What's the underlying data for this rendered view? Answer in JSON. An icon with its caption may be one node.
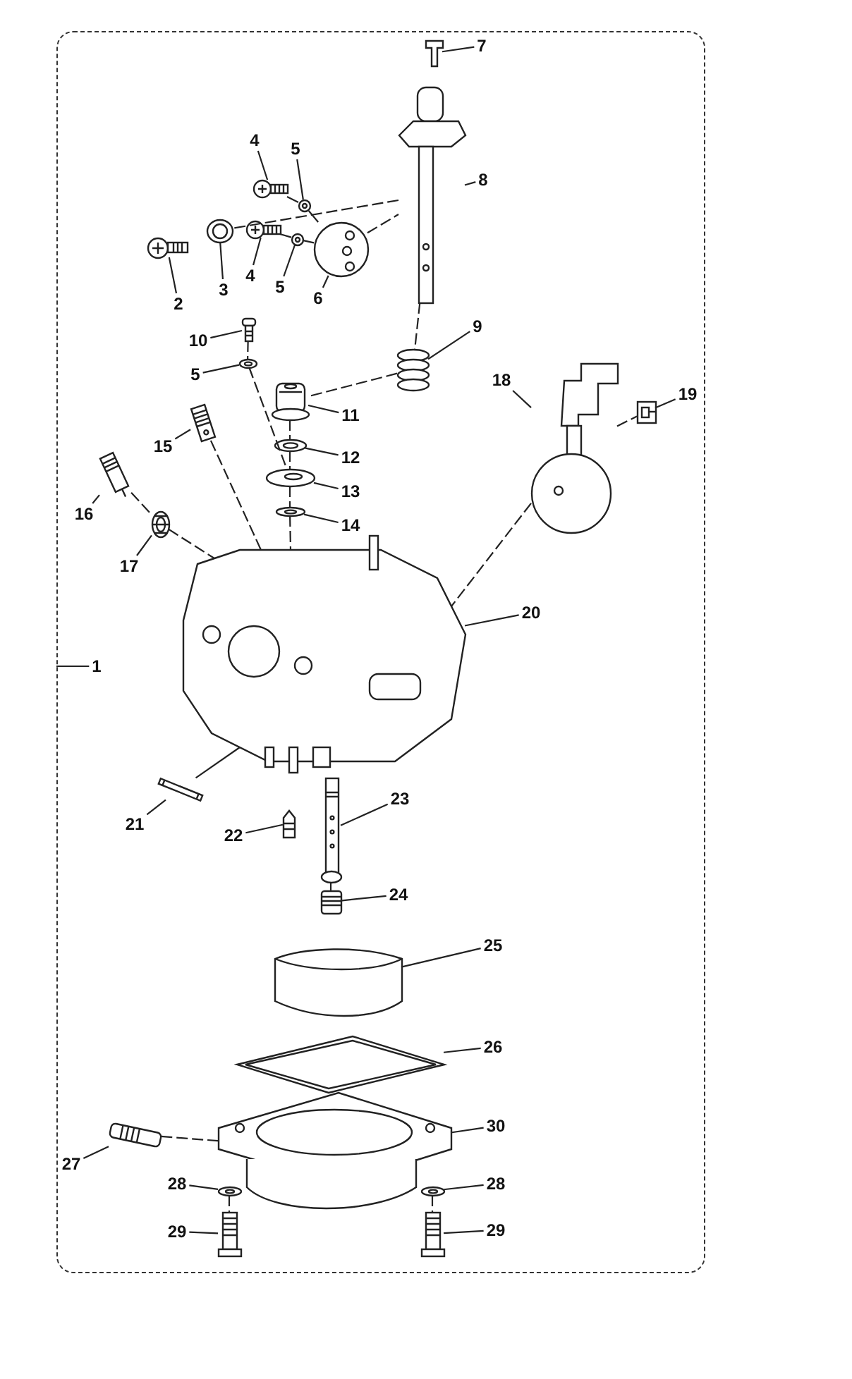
{
  "diagram": {
    "nodes": [
      {
        "text": [],
        "shape": "box"
      },
      {
        "text": [
          "7"
        ],
        "in": 0
      },
      {
        "text": [
          "8"
        ],
        "in": 0
      },
      {
        "text": [
          "4"
        ],
        "in": 0
      },
      {
        "text": [
          "5"
        ],
        "in": 0
      },
      {
        "text": [
          "2"
        ],
        "in": 0
      },
      {
        "text": [
          "3"
        ],
        "in": 0
      },
      {
        "text": [
          "4"
        ],
        "in": 0
      },
      {
        "text": [
          "5"
        ],
        "in": 0
      },
      {
        "text": [
          "6"
        ],
        "in": 0
      },
      {
        "text": [
          "9"
        ],
        "in": 0
      },
      {
        "text": [
          "10"
        ],
        "in": 0
      },
      {
        "text": [
          "5"
        ],
        "in": 0
      },
      {
        "text": [
          "18"
        ],
        "in": 0
      },
      {
        "text": [
          "19"
        ],
        "in": 0
      },
      {
        "text": [
          "11"
        ],
        "in": 0
      },
      {
        "text": [
          "15"
        ],
        "in": 0
      },
      {
        "text": [
          "12"
        ],
        "in": 0
      },
      {
        "text": [
          "13"
        ],
        "in": 0
      },
      {
        "text": [
          "16"
        ],
        "in": 0
      },
      {
        "text": [
          "14"
        ],
        "in": 0
      },
      {
        "text": [
          "17"
        ],
        "in": 0
      },
      {
        "text": [
          "20"
        ],
        "in": 0
      },
      {
        "text": [
          "1"
        ],
        "in": 0
      },
      {
        "text": [
          "21"
        ],
        "in": 0
      },
      {
        "text": [
          "22"
        ],
        "in": 0
      },
      {
        "text": [
          "23"
        ],
        "in": 0
      },
      {
        "text": [
          "24"
        ],
        "in": 0
      },
      {
        "text": [
          "25"
        ],
        "in": 0
      },
      {
        "text": [
          "26"
        ],
        "in": 0
      },
      {
        "text": [
          "30"
        ],
        "in": 0
      },
      {
        "text": [
          "27"
        ],
        "in": 0
      },
      {
        "text": [
          "28"
        ],
        "in": 0
      },
      {
        "text": [
          "28"
        ],
        "in": 0
      },
      {
        "text": [
          "29"
        ],
        "in": 0
      },
      {
        "text": [
          "29"
        ],
        "in": 0
      },
      {
        "text": [],
        "shape": "picture",
        "in": 0
      },
      {
        "text": [],
        "shape": "picture",
        "in": 0
      },
      {
        "text": [],
        "shape": "picture",
        "in": 0
      },
      {
        "text": [],
        "shape": "picture",
        "in": 0
      },
      {
        "text": [],
        "shape": "picture",
        "in": 0
      },
      {
        "text": [],
        "shape": "picture",
        "in": 0
      },
      {
        "text": [],
        "shape": "picture",
        "in": 0
      },
      {
        "text": [],
        "shape": "picture",
        "in": 0
      },
      {
        "text": [],
        "shape": "picture",
        "in": 0
      },
      {
        "text": [],
        "shape": "picture",
        "in": 0
      },
      {
        "text": [],
        "shape": "picture",
        "in": 0
      },
      {
        "text": [],
        "shape": "picture",
        "in": 0
      },
      {
        "text": [],
        "shape": "picture",
        "in": 0
      },
      {
        "text": [],
        "shape": "picture",
        "in": 0
      },
      {
        "text": [],
        "shape": "picture",
        "in": 0
      },
      {
        "text": [],
        "shape": "picture",
        "in": 0
      },
      {
        "text": [],
        "shape": "picture",
        "in": 0
      },
      {
        "text": [],
        "shape": "picture",
        "in": 0
      },
      {
        "text": [],
        "shape": "picture",
        "in": 0
      },
      {
        "text": [],
        "shape": "picture",
        "in": 0
      },
      {
        "text": [],
        "shape": "picture",
        "in": 0
      },
      {
        "text": [],
        "shape": "picture",
        "in": 0
      },
      {
        "text": [],
        "shape": "picture",
        "in": 0
      },
      {
        "text": [],
        "shape": "picture",
        "in": 0
      },
      {
        "text": [],
        "shape": "picture",
        "in": 0
      },
      {
        "text": [],
        "shape": "picture",
        "in": 0
      },
      {
        "text": [],
        "shape": "picture",
        "in": 0
      },
      {
        "text": [],
        "shape": "picture",
        "in": 0
      },
      {
        "text": [],
        "shape": "picture",
        "in": 0
      },
      {
        "text": [],
        "shape": "picture",
        "in": 0
      },
      {
        "text": [],
        "shape": "picture",
        "in": 0
      },
      {
        "text": [],
        "shape": "picture",
        "in": 0
      },
      {
        "text": [],
        "shape": "picture",
        "in": 0
      },
      {
        "text": [],
        "shape": "picture",
        "in": 0
      }
    ],
    "edges": [
      {
        "from": 1,
        "to": 36,
        "arrow": "none"
      },
      {
        "from": 2,
        "to": 37,
        "arrow": "none"
      },
      {
        "from": 3,
        "to": 38,
        "arrow": "none"
      },
      {
        "from": 4,
        "to": 39,
        "arrow": "none"
      },
      {
        "from": 5,
        "to": 40,
        "arrow": "none"
      },
      {
        "from": 6,
        "to": 41,
        "arrow": "none"
      },
      {
        "from": 7,
        "to": 42,
        "arrow": "none"
      },
      {
        "from": 8,
        "to": 43,
        "arrow": "none"
      },
      {
        "from": 9,
        "to": 44,
        "arrow": "none"
      },
      {
        "from": 10,
        "to": 45,
        "arrow": "none"
      },
      {
        "from": 11,
        "to": 46,
        "arrow": "none"
      },
      {
        "from": 12,
        "to": 47,
        "arrow": "none"
      },
      {
        "from": 13,
        "to": 48,
        "arrow": "none"
      },
      {
        "from": 14,
        "to": 49,
        "arrow": "none"
      },
      {
        "from": 15,
        "to": 50,
        "arrow": "none"
      },
      {
        "from": 16,
        "to": 51,
        "arrow": "none"
      },
      {
        "from": 17,
        "to": 52,
        "arrow": "none"
      },
      {
        "from": 18,
        "to": 53,
        "arrow": "none"
      },
      {
        "from": 19,
        "to": 54,
        "arrow": "none"
      },
      {
        "from": 20,
        "to": 55,
        "arrow": "none"
      },
      {
        "from": 21,
        "to": 56,
        "arrow": "none"
      },
      {
        "from": 22,
        "to": 57,
        "arrow": "none"
      },
      {
        "from": 23,
        "to": 0,
        "arrow": "none"
      },
      {
        "from": 24,
        "to": 58,
        "arrow": "none"
      },
      {
        "from": 25,
        "to": 59,
        "arrow": "none"
      },
      {
        "from": 26,
        "to": 60,
        "arrow": "none"
      },
      {
        "from": 27,
        "to": 61,
        "arrow": "none"
      },
      {
        "from": 28,
        "to": 62,
        "arrow": "none"
      },
      {
        "from": 29,
        "to": 63,
        "arrow": "none"
      },
      {
        "from": 30,
        "to": 64,
        "arrow": "none"
      },
      {
        "from": 31,
        "to": 65,
        "arrow": "none"
      },
      {
        "from": 32,
        "to": 66,
        "arrow": "none"
      },
      {
        "from": 33,
        "to": 67,
        "arrow": "none"
      },
      {
        "from": 34,
        "to": 68,
        "arrow": "none"
      },
      {
        "from": 35,
        "to": 69,
        "arrow": "none"
      },
      {
        "from": 37,
        "to": 41,
        "arrow": "none",
        "style": "dashed"
      },
      {
        "from": 38,
        "to": 39,
        "arrow": "none"
      },
      {
        "from": 39,
        "to": 44,
        "arrow": "none"
      },
      {
        "from": 42,
        "to": 43,
        "arrow": "none"
      },
      {
        "from": 43,
        "to": 44,
        "arrow": "none"
      },
      {
        "from": 44,
        "to": 37,
        "arrow": "none",
        "style": "dashed"
      },
      {
        "from": 37,
        "to": 45,
        "arrow": "none",
        "style": "dashed"
      },
      {
        "from": 45,
        "to": 50,
        "arrow": "none",
        "style": "dashed"
      },
      {
        "from": 46,
        "to": 47,
        "arrow": "none",
        "style": "dashed"
      },
      {
        "from": 47,
        "to": 53,
        "arrow": "none",
        "style": "dashed"
      },
      {
        "from": 50,
        "to": 52,
        "arrow": "none",
        "style": "dashed"
      },
      {
        "from": 52,
        "to": 53,
        "arrow": "none",
        "style": "dashed"
      },
      {
        "from": 53,
        "to": 55,
        "arrow": "none",
        "style": "dashed"
      },
      {
        "from": 55,
        "to": 57,
        "arrow": "none",
        "style": "dashed"
      },
      {
        "from": 51,
        "to": 57,
        "arrow": "none",
        "style": "dashed"
      },
      {
        "from": 54,
        "to": 56,
        "arrow": "none",
        "style": "dashed"
      },
      {
        "from": 56,
        "to": 57,
        "arrow": "none",
        "style": "dashed"
      },
      {
        "from": 48,
        "to": 49,
        "arrow": "none",
        "style": "dashed"
      },
      {
        "from": 48,
        "to": 57,
        "arrow": "none",
        "style": "dashed"
      },
      {
        "from": 58,
        "to": 57,
        "arrow": "none"
      },
      {
        "from": 60,
        "to": 61,
        "arrow": "none",
        "style": "dashed"
      },
      {
        "from": 65,
        "to": 64,
        "arrow": "none",
        "style": "dashed"
      },
      {
        "from": 66,
        "to": 68,
        "arrow": "none",
        "style": "dashed"
      },
      {
        "from": 67,
        "to": 69,
        "arrow": "none",
        "style": "dashed"
      }
    ]
  }
}
